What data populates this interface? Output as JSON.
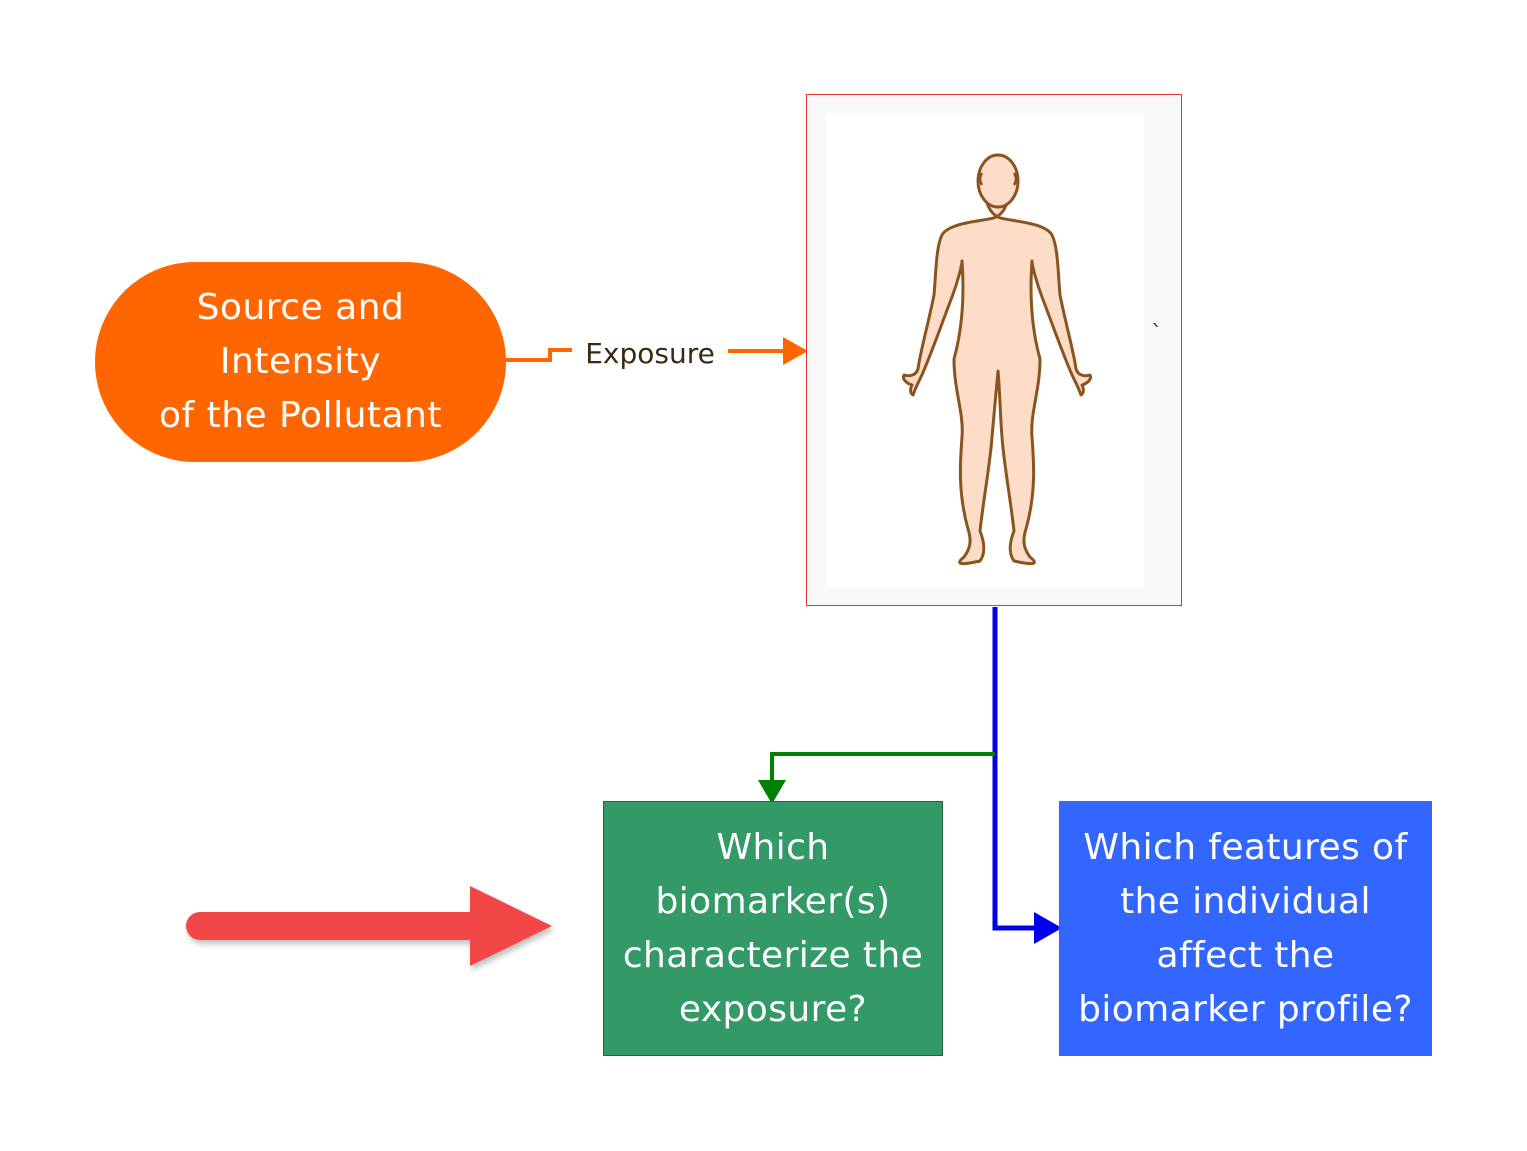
{
  "source": {
    "lines": [
      "Source and",
      "Intensity",
      "of the Pollutant"
    ],
    "color": "#ff6600"
  },
  "exposure_label": "Exposure",
  "human_figure": {
    "icon": "human-body-icon",
    "stray_mark": "`",
    "frame_color": "#e03030"
  },
  "question_green": {
    "lines": [
      "Which",
      "biomarker(s)",
      "characterize the",
      "exposure?"
    ],
    "color": "#339966"
  },
  "question_blue": {
    "lines": [
      "Which features of",
      "the individual",
      "affect the",
      "biomarker profile?"
    ],
    "color": "#3366ff"
  },
  "connector_colors": {
    "exposure": "#ff6600",
    "green_branch": "#008000",
    "blue_branch": "#0000ee",
    "pointer_arrow": "#f24747"
  }
}
